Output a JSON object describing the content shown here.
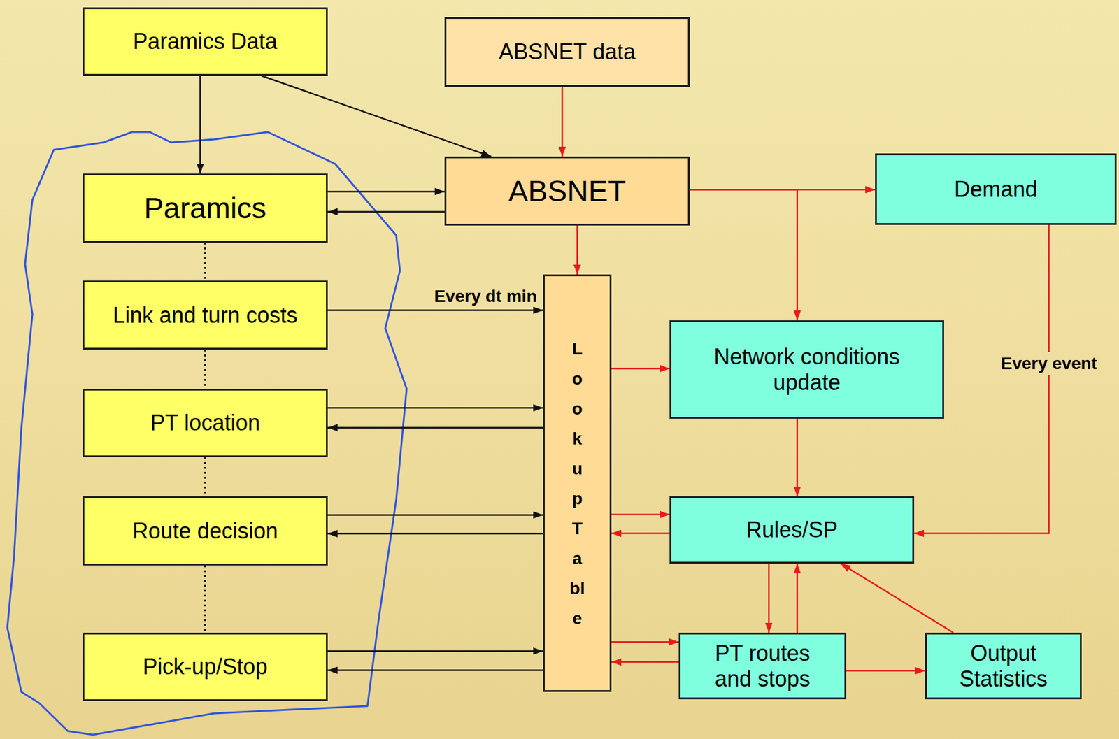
{
  "diagram": {
    "nodes": [
      {
        "text": [
          "Paramics Data"
        ]
      },
      {
        "text": [
          "ABSNET data"
        ]
      },
      {
        "text": [
          "Paramics"
        ]
      },
      {
        "text": [
          "ABSNET"
        ]
      },
      {
        "text": [
          "Demand"
        ]
      },
      {
        "text": [
          "Link and turn costs"
        ]
      },
      {
        "text": [
          "Lookup Table"
        ]
      },
      {
        "text": [
          "Network conditions update"
        ]
      },
      {
        "text": [
          "PT location"
        ]
      },
      {
        "text": [
          "Route decision"
        ]
      },
      {
        "text": [
          "Rules/SP"
        ]
      },
      {
        "text": [
          "Pick-up/Stop"
        ]
      },
      {
        "text": [
          "PT routes and stops"
        ]
      },
      {
        "text": [
          "Output Statistics"
        ]
      }
    ],
    "edges": [
      {
        "from": 0,
        "to": 2,
        "arrow": "to"
      },
      {
        "from": 0,
        "to": 3,
        "arrow": "to"
      },
      {
        "from": 1,
        "to": 3,
        "arrow": "to"
      },
      {
        "from": 2,
        "to": 3,
        "arrow": "to"
      },
      {
        "from": 3,
        "to": 2,
        "arrow": "to"
      },
      {
        "from": 3,
        "to": 4,
        "arrow": "to"
      },
      {
        "from": 3,
        "to": 7,
        "arrow": "to"
      },
      {
        "from": 3,
        "to": 6,
        "arrow": "to"
      },
      {
        "from": 2,
        "to": 5,
        "arrow": "none"
      },
      {
        "from": 5,
        "to": 8,
        "arrow": "none"
      },
      {
        "from": 8,
        "to": 9,
        "arrow": "none"
      },
      {
        "from": 9,
        "to": 11,
        "arrow": "none"
      },
      {
        "from": 5,
        "to": 6,
        "label": "Every dt min",
        "arrow": "to"
      },
      {
        "from": 8,
        "to": 6,
        "arrow": "to"
      },
      {
        "from": 6,
        "to": 8,
        "arrow": "to"
      },
      {
        "from": 9,
        "to": 6,
        "arrow": "to"
      },
      {
        "from": 6,
        "to": 9,
        "arrow": "to"
      },
      {
        "from": 11,
        "to": 6,
        "arrow": "to"
      },
      {
        "from": 6,
        "to": 11,
        "arrow": "to"
      },
      {
        "from": 6,
        "to": 7,
        "arrow": "to"
      },
      {
        "from": 7,
        "to": 10,
        "arrow": "to"
      },
      {
        "from": 4,
        "to": 10,
        "label": "Every event",
        "arrow": "to"
      },
      {
        "from": 6,
        "to": 10,
        "arrow": "to"
      },
      {
        "from": 10,
        "to": 6,
        "arrow": "to"
      },
      {
        "from": 6,
        "to": 12,
        "arrow": "to"
      },
      {
        "from": 12,
        "to": 6,
        "arrow": "to"
      },
      {
        "from": 10,
        "to": 12,
        "arrow": "to"
      },
      {
        "from": 12,
        "to": 10,
        "arrow": "to"
      },
      {
        "from": 13,
        "to": 10,
        "arrow": "to"
      },
      {
        "from": 12,
        "to": 13,
        "arrow": "to"
      }
    ]
  }
}
